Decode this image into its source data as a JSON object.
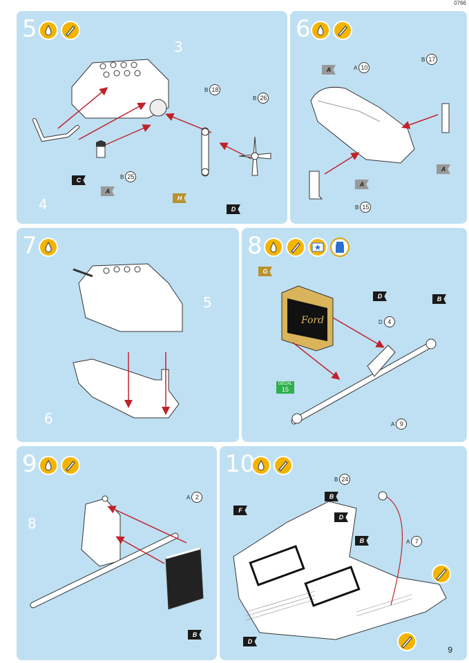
{
  "doc_code": "0766",
  "page_number": "9",
  "colors": {
    "panel": "#bfe0f2",
    "arrow": "#c0222a",
    "flag_dark": "#1a1a1a",
    "flag_gray": "#999999",
    "flag_gold": "#b9912e",
    "decal": "#2eaf4d"
  },
  "steps": [
    {
      "number": "5",
      "icons": [
        "glue-icon",
        "paint-brush-icon"
      ],
      "refs": [
        "3",
        "4"
      ],
      "callouts": [
        {
          "sprue": "B",
          "part": "18"
        },
        {
          "sprue": "B",
          "part": "26"
        },
        {
          "sprue": "B",
          "part": "25"
        }
      ],
      "flags": [
        "C",
        "A",
        "H",
        "D"
      ]
    },
    {
      "number": "6",
      "icons": [
        "glue-icon",
        "paint-brush-icon"
      ],
      "callouts": [
        {
          "sprue": "A",
          "part": "10"
        },
        {
          "sprue": "B",
          "part": "17"
        },
        {
          "sprue": "B",
          "part": "15"
        }
      ],
      "flags": [
        "A",
        "A",
        "A"
      ]
    },
    {
      "number": "7",
      "icons": [
        "glue-icon"
      ],
      "refs": [
        "5",
        "6"
      ]
    },
    {
      "number": "8",
      "icons": [
        "glue-icon",
        "paint-brush-icon",
        "decal-icon",
        "decal-softener-icon"
      ],
      "callouts": [
        {
          "sprue": "D",
          "part": "4"
        },
        {
          "sprue": "A",
          "part": "9"
        }
      ],
      "flags": [
        "G",
        "D",
        "B"
      ],
      "decal": {
        "label": "DECAL",
        "number": "15"
      }
    },
    {
      "number": "9",
      "icons": [
        "glue-icon",
        "paint-brush-icon"
      ],
      "refs": [
        "8"
      ],
      "callouts": [
        {
          "sprue": "A",
          "part": "2"
        }
      ],
      "flags": [
        "B"
      ]
    },
    {
      "number": "10",
      "icons": [
        "glue-icon",
        "paint-brush-icon"
      ],
      "callouts": [
        {
          "sprue": "B",
          "part": "24"
        },
        {
          "sprue": "A",
          "part": "7"
        }
      ],
      "flags": [
        "F",
        "B",
        "D",
        "B",
        "D"
      ]
    }
  ]
}
